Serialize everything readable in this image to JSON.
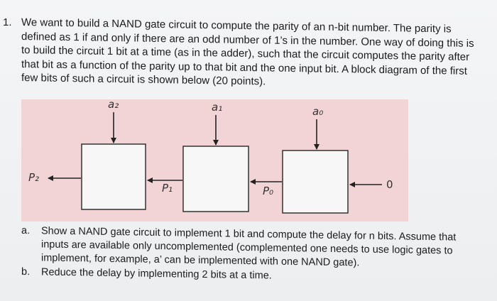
{
  "question": {
    "number": "1.",
    "lines": [
      "We want to build a NAND gate circuit to compute the parity of an n-bit number. The parity is",
      "defined as 1 if and only if there are an odd number of 1’s in the number. One way of doing this is",
      "to build the circuit 1 bit at a time (as in the adder), such that the circuit computes the parity after",
      "that bit as a function of the parity up to that bit and the one input bit. A block diagram of the first",
      "few bits of such a circuit is shown below (20 points)."
    ]
  },
  "diagram": {
    "inputs": [
      "a2",
      "a1",
      "a0"
    ],
    "parities": [
      "P2",
      "P1",
      "P0"
    ],
    "initial_input": "0"
  },
  "parts": [
    {
      "letter": "a.",
      "lines": [
        "Show a NAND gate circuit to implement 1 bit and compute the delay for n bits. Assume that",
        "inputs are available only uncomplemented (complemented one needs to use logic gates to",
        "implement, for example, a’ can be implemented with one NAND gate)."
      ]
    },
    {
      "letter": "b.",
      "lines": [
        "Reduce the delay by implementing 2 bits at a time."
      ]
    }
  ]
}
